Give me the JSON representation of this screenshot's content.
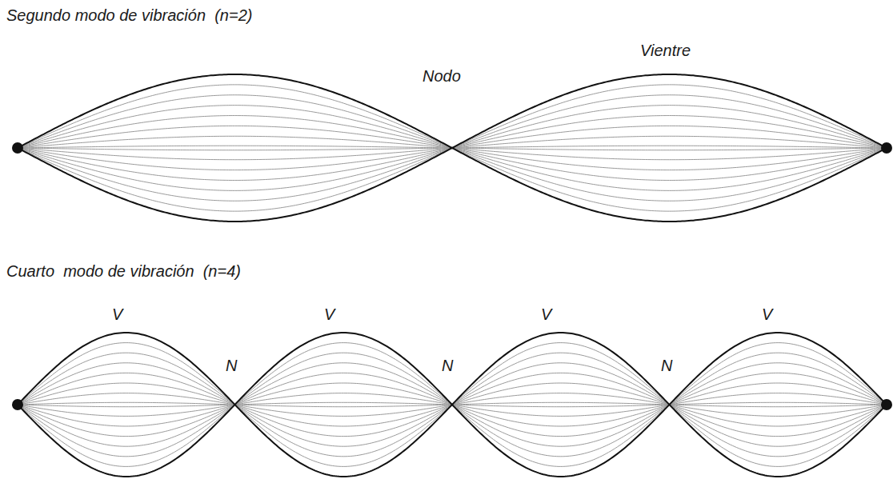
{
  "diagram": {
    "labels": [
      "Segundo modo de vibración  (n=2)",
      "Nodo",
      "Vientre",
      "Cuarto  modo de vibración  (n=4)",
      "V",
      "V",
      "V",
      "V",
      "N",
      "N",
      "N"
    ]
  }
}
